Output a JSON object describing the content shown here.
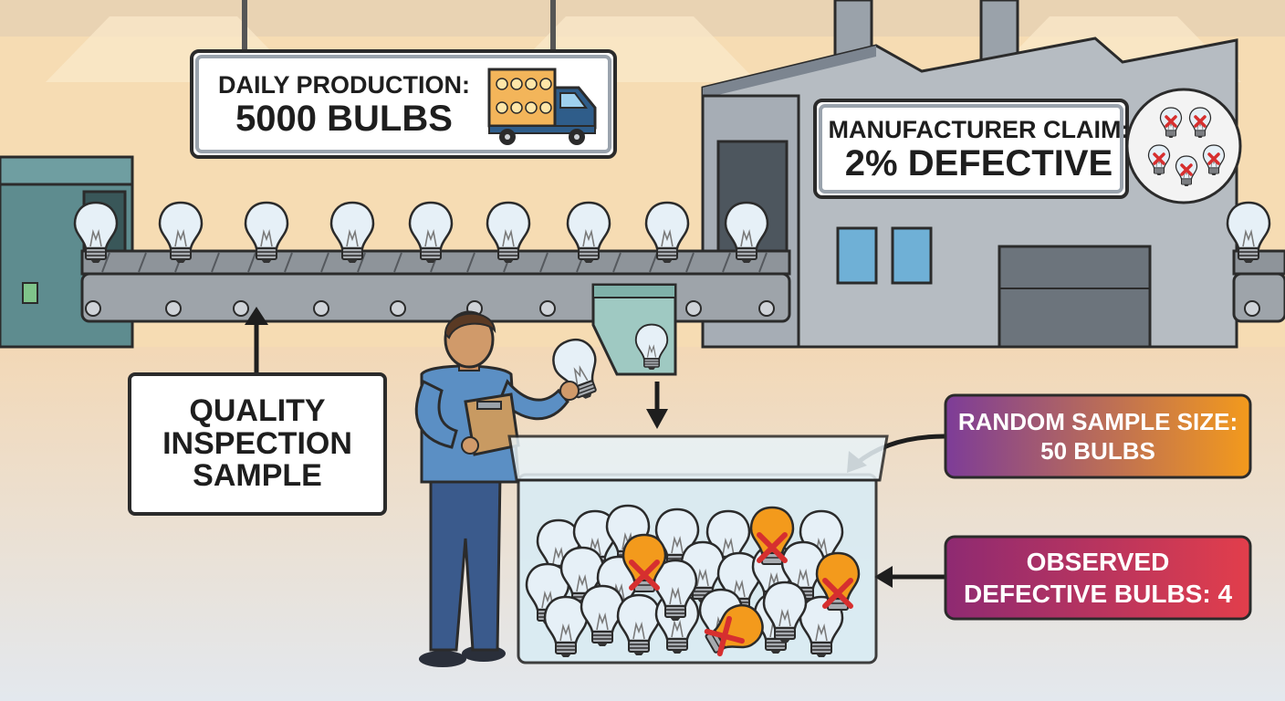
{
  "signs": {
    "daily_production": {
      "line1": "DAILY PRODUCTION:",
      "line2": "5000 BULBS"
    },
    "manufacturer_claim": {
      "line1": "MANUFACTURER CLAIM:",
      "line2": "2% DEFECTIVE"
    },
    "quality_inspection": {
      "line1": "QUALITY",
      "line2": "INSPECTION",
      "line3": "SAMPLE"
    },
    "random_sample": {
      "line1": "RANDOM SAMPLE SIZE:",
      "line2": "50 BULBS"
    },
    "observed_defective": {
      "line1": "OBSERVED",
      "line2": "DEFECTIVE BULBS: 4"
    }
  },
  "colors": {
    "background": "#f6dcb3",
    "factory_wall": "#b6bcc2",
    "conveyor": "#6b7076",
    "bulb_glass": "#e6f0f7",
    "bulb_defective": "#f39a1c",
    "defect_mark": "#d62f2f",
    "sample_card_start": "#7d3c98",
    "sample_card_end": "#f39a1c",
    "defective_card_start": "#8e2a72",
    "defective_card_end": "#e23e4b"
  }
}
